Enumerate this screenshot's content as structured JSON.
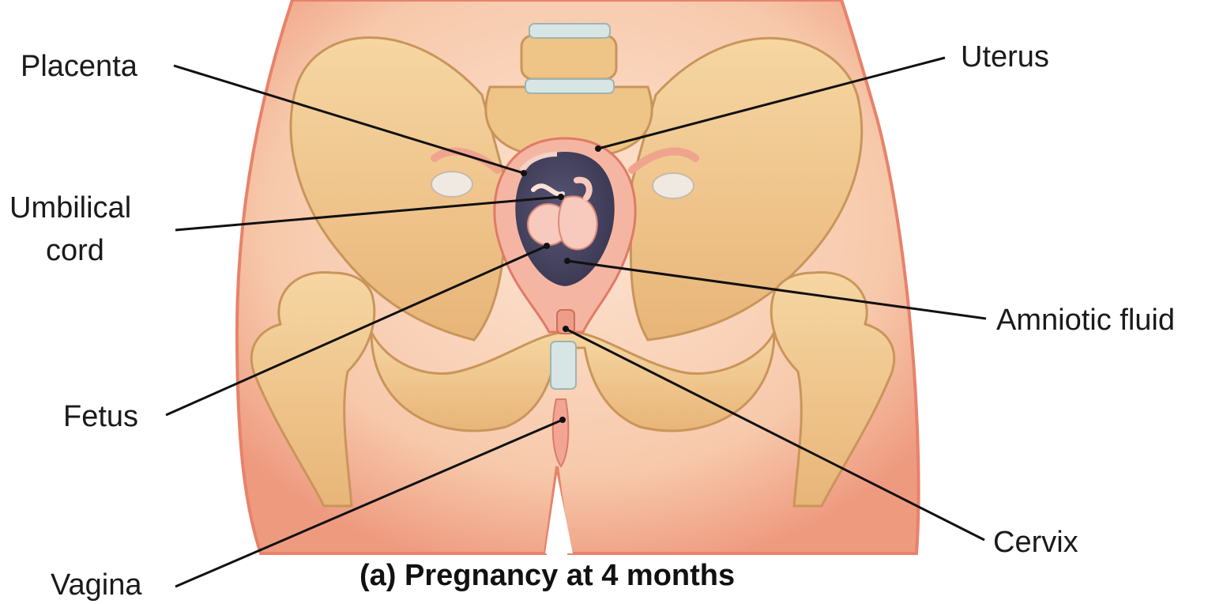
{
  "labels": {
    "placenta": "Placenta",
    "umbilical_line1": "Umbilical",
    "umbilical_line2": "cord",
    "fetus": "Fetus",
    "vagina": "Vagina",
    "uterus": "Uterus",
    "amniotic_fluid": "Amniotic fluid",
    "cervix": "Cervix"
  },
  "caption": "(a) Pregnancy at 4 months",
  "colors": {
    "skin": "#f6c7a8",
    "skin_edge": "#e8826a",
    "bone": "#f1c98e",
    "bone_shadow": "#c9955a",
    "uterus": "#f4b6a3",
    "amniotic": "#4d4a66",
    "fetus": "#f8c9bd",
    "cartilage": "#d7e6e4",
    "leader": "#111111"
  }
}
